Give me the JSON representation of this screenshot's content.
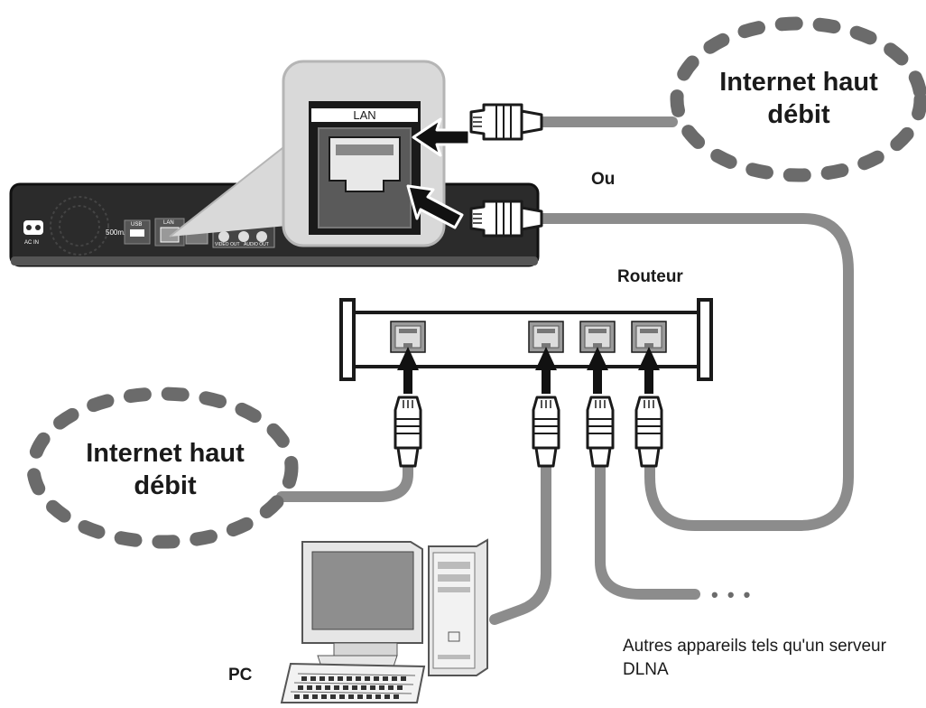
{
  "labels": {
    "internet_top": "Internet haut débit",
    "ou": "Ou",
    "lan_port": "LAN",
    "routeur": "Routeur",
    "internet_left": "Internet haut débit",
    "pc": "PC",
    "autres": "Autres appareils tels qu'un serveur DLNA",
    "ellipsis": "• • •"
  },
  "device_panel": {
    "usb": "USB",
    "lan": "LAN",
    "power_rating": "500mA",
    "ac_in": "AC IN",
    "video_out": "VIDEO OUT",
    "audio_out": "AUDIO OUT"
  },
  "icons": [
    "ethernet-plug-icon",
    "arrow-icon",
    "router-port-icon",
    "pc-icon"
  ],
  "colors": {
    "cable": "#8c8c8c",
    "cloud": "#6b6b6b",
    "dark": "#1a1a1a",
    "device": "#2b2b2b",
    "zoom_bg": "#d9d9d9"
  }
}
